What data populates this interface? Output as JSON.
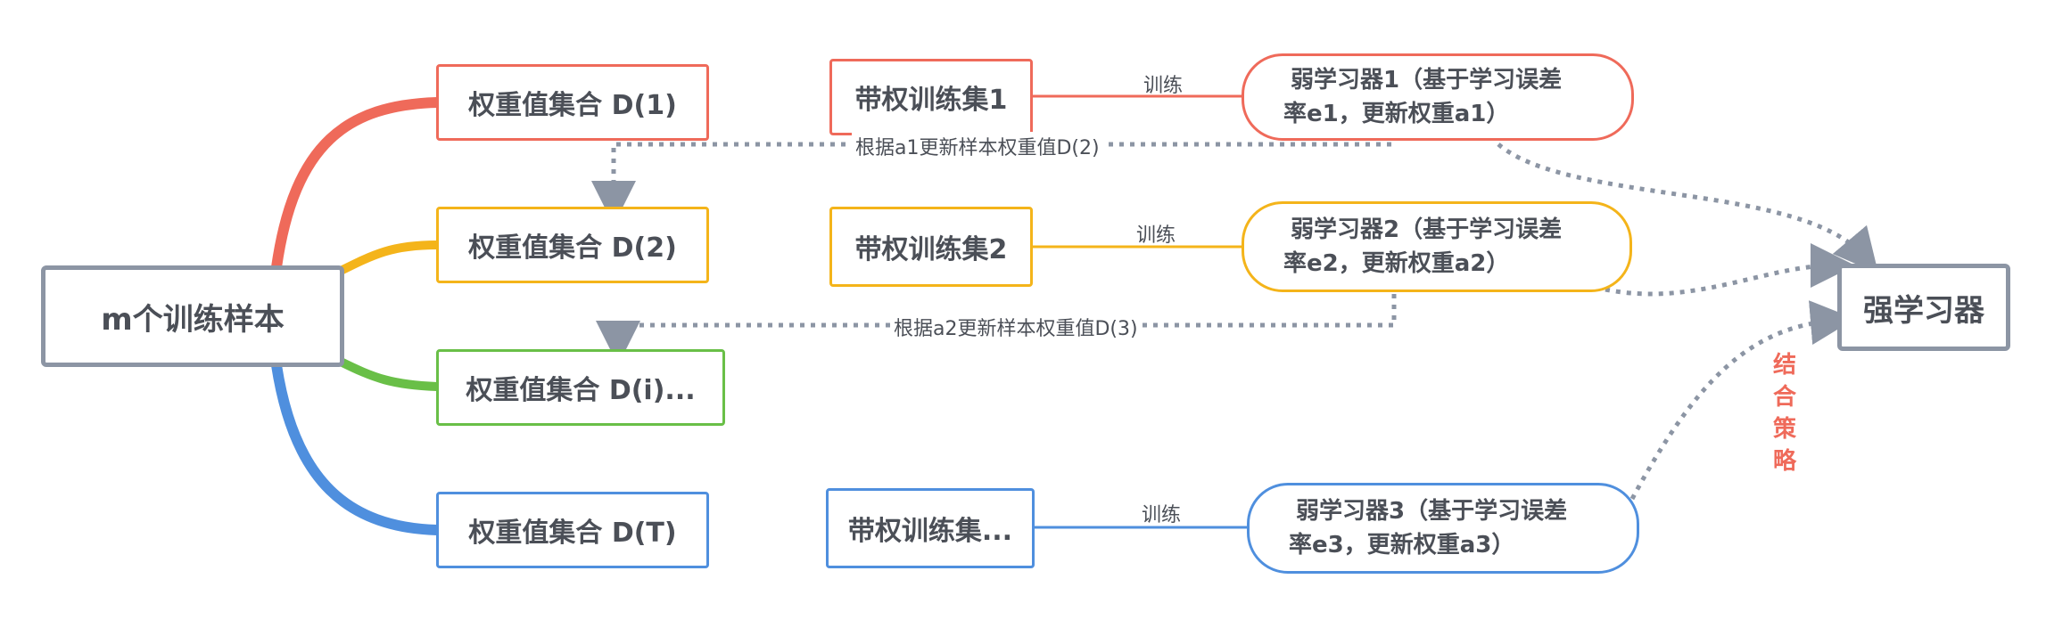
{
  "colors": {
    "red": "#ef6a5a",
    "yellow": "#f4b41a",
    "green": "#69bf47",
    "blue": "#4f8fde",
    "gray": "#8c95a4",
    "text": "#4b4f57"
  },
  "root": {
    "label": "m个训练样本"
  },
  "weights": [
    {
      "label": "权重值集合 D(1)"
    },
    {
      "label": "权重值集合 D(2)"
    },
    {
      "label": "权重值集合 D(i)..."
    },
    {
      "label": "权重值集合 D(T)"
    }
  ],
  "train_sets": [
    {
      "label": "带权训练集1"
    },
    {
      "label": "带权训练集2"
    },
    {
      "label": "带权训练集..."
    }
  ],
  "edge_label_train": "训练",
  "learners": [
    {
      "line1": "弱学习器1（基于学习误差",
      "line2": "率e1，更新权重a1）"
    },
    {
      "line1": "弱学习器2（基于学习误差",
      "line2": "率e2，更新权重a2）"
    },
    {
      "line1": "弱学习器3（基于学习误差",
      "line2": "率e3，更新权重a3）"
    }
  ],
  "update_labels": [
    "根据a1更新样本权重值D(2)",
    "根据a2更新样本权重值D(3)"
  ],
  "strong": {
    "label": "强学习器"
  },
  "combine_label": "结合策略"
}
